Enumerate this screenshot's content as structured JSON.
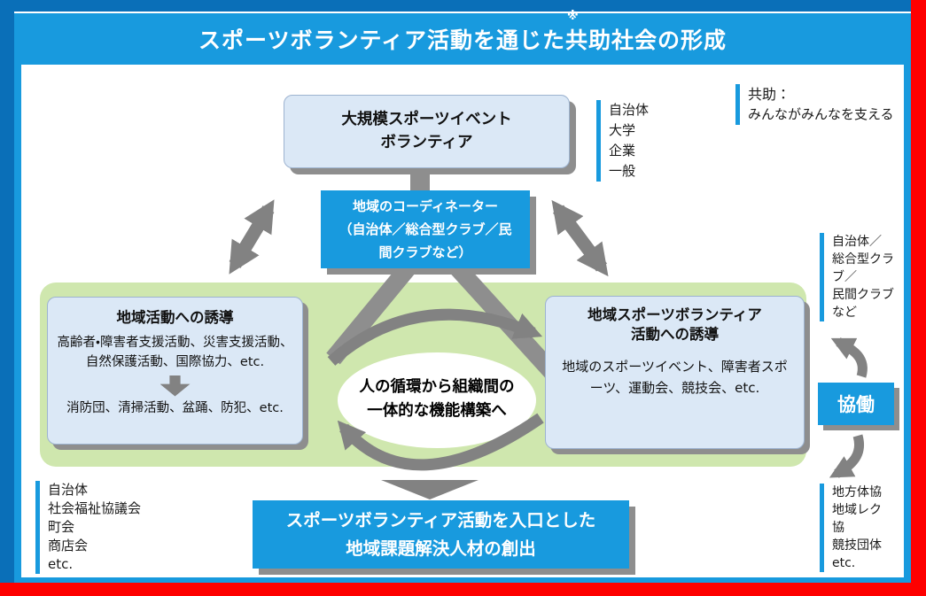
{
  "title": {
    "prefix": "スポーツボランティア活動を通じた",
    "marked": "共助",
    "suffix": "社会の形成",
    "marker": "※"
  },
  "top_box": {
    "lines": [
      "大規模スポーツイベント",
      "ボランティア"
    ]
  },
  "stakeholders_list": {
    "items": [
      "自治体",
      "大学",
      "企業",
      "一般"
    ]
  },
  "kyojo_note": {
    "heading": "共助：",
    "body": "みんながみんなを支える"
  },
  "coordinator_box": {
    "lines": [
      "地域のコーディネーター",
      "（自治体／総合型クラブ／民",
      "間クラブなど）"
    ]
  },
  "left_box": {
    "title": "地域活動への誘導",
    "body_top": "高齢者・障害者支援活動、災害支援活動、自然保護活動、国際協力、etc.",
    "body_bottom": "消防団、清掃活動、盆踊、防犯、etc."
  },
  "cycle_ellipse": {
    "lines": [
      "人の循環から組織間の",
      "一体的な機能構築へ"
    ]
  },
  "right_box": {
    "title_lines": [
      "地域スポーツボランティア",
      "活動への誘導"
    ],
    "body": "地域のスポーツイベント、障害者スポーツ、運動会、競技会、etc."
  },
  "club_list": {
    "items": [
      "自治体／",
      "総合型クラ",
      "ブ／",
      "民間クラブ",
      "など"
    ]
  },
  "kyodo_box": {
    "label": "協働"
  },
  "sports_orgs_list": {
    "items": [
      "地方体協",
      "地域レク",
      "協",
      "競技団体",
      "etc."
    ]
  },
  "community_orgs_list": {
    "items": [
      "自治体",
      "社会福祉協議会",
      "町会",
      "商店会",
      "etc."
    ]
  },
  "outcome_box": {
    "lines": [
      "スポーツボランティア活動を入口とした",
      "地域課題解決人材の創出"
    ]
  },
  "colors": {
    "accent_blue": "#189ade",
    "dark_blue": "#0a6fb8",
    "border_red": "#fe0000",
    "panel_green": "#cfe7ae",
    "box_light_blue": "#dbe8f6",
    "arrow_gray": "#828282",
    "shadow_gray": "#8e8e8e"
  }
}
